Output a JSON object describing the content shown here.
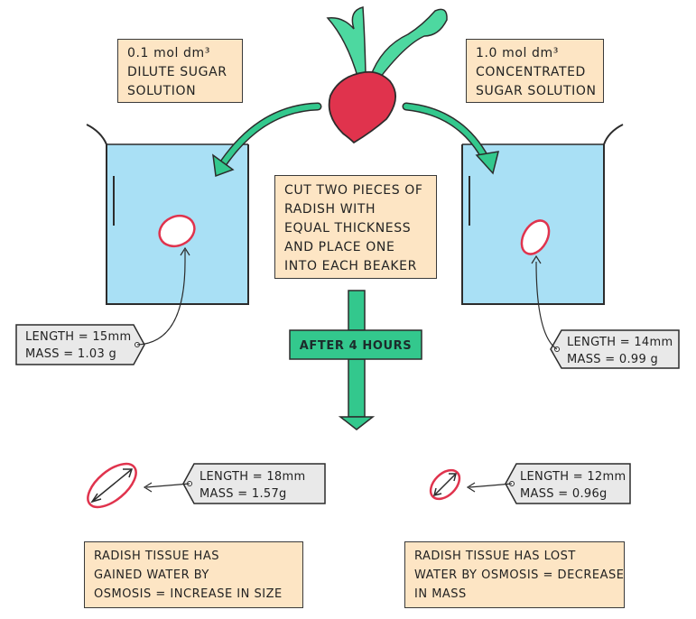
{
  "left_solution": {
    "concentration": "0.1 mol dm³",
    "line2": "DILUTE SUGAR",
    "line3": "SOLUTION"
  },
  "right_solution": {
    "concentration": "1.0 mol dm³",
    "line2": "CONCENTRATED",
    "line3": "SUGAR SOLUTION"
  },
  "instruction": {
    "lines": [
      "CUT TWO PIECES OF",
      "RADISH WITH",
      "EQUAL THICKNESS",
      "AND PLACE ONE",
      "INTO EACH BEAKER"
    ]
  },
  "time_step": "AFTER 4 HOURS",
  "before_tags": {
    "left": {
      "length": "LENGTH = 15mm",
      "mass": "MASS = 1.03 g"
    },
    "right": {
      "length": "LENGTH = 14mm",
      "mass": "MASS = 0.99 g"
    }
  },
  "after_tags": {
    "left": {
      "length": "LENGTH = 18mm",
      "mass": "MASS = 1.57g"
    },
    "right": {
      "length": "LENGTH = 12mm",
      "mass": "MASS = 0.96g"
    }
  },
  "conclusions": {
    "left": [
      "RADISH TISSUE HAS",
      "GAINED WATER BY",
      "OSMOSIS = INCREASE IN SIZE"
    ],
    "right": [
      "RADISH TISSUE HAS LOST",
      "WATER BY OSMOSIS = DECREASE",
      "IN MASS"
    ]
  },
  "colors": {
    "water": "#a9e0f5",
    "label_fill": "#fde5c4",
    "radish": "#e0334d",
    "leaf": "#4dd8a0",
    "arrow": "#33c88d",
    "tag_fill": "#e9e9e9"
  }
}
